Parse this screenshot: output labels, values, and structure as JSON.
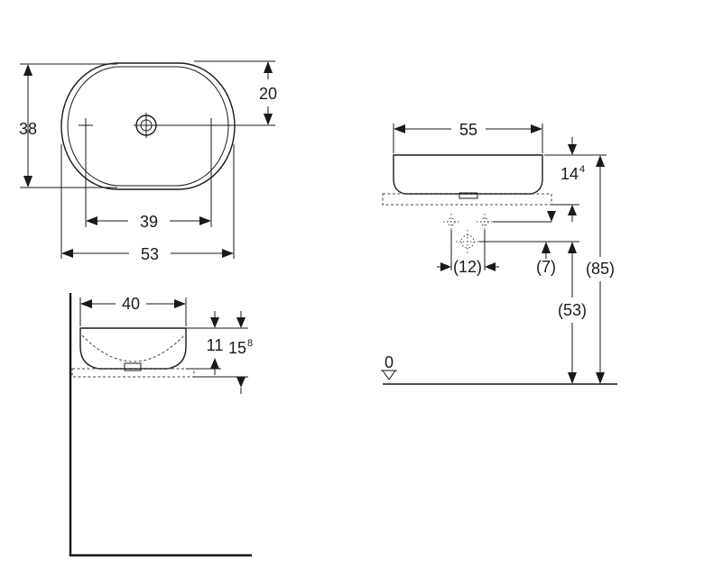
{
  "top_view": {
    "overall_depth": "38",
    "front_to_tap_hole": "20",
    "mounting_distance": "39",
    "overall_width": "53"
  },
  "side_view": {
    "bowl_width": "40",
    "inner_depth": "11",
    "height_main": "15",
    "height_sup": "8"
  },
  "front_view": {
    "overall_width": "55",
    "height_main": "14",
    "height_sup": "4",
    "waste_spacing": "(12)",
    "waste_offset": "(7)",
    "waste_height": "(53)",
    "top_height": "(85)",
    "floor_level": "0"
  }
}
